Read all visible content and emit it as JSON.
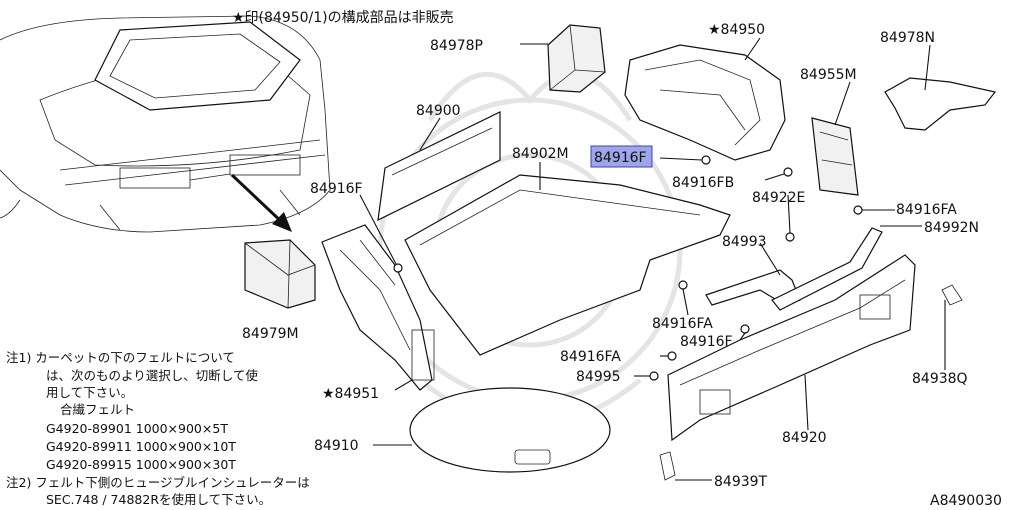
{
  "header_note": "★印(84950/1)の構成部品は非販売",
  "parts": {
    "p84978P": "84978P",
    "p84950": "★84950",
    "p84978N": "84978N",
    "p84955M": "84955M",
    "p84900": "84900",
    "p84902M": "84902M",
    "p84916F_hl": "84916F",
    "p84916FB": "84916FB",
    "p84922E": "84922E",
    "p84916F_left": "84916F",
    "p84916FA_r": "84916FA",
    "p84992N": "84992N",
    "p84993": "84993",
    "p84979M": "84979M",
    "p84916FA_m": "84916FA",
    "p84916F_m": "84916F",
    "p84916FA_l": "84916FA",
    "p84995": "84995",
    "p84938Q": "84938Q",
    "p84951": "★84951",
    "p84910": "84910",
    "p84920": "84920",
    "p84939T": "84939T"
  },
  "notes": {
    "n1_line1": "注1) カーペットの下のフェルトについて",
    "n1_line2": "は、次のものより選択し、切断して使",
    "n1_line3": "用して下さい。",
    "n1_line4": "合繊フェルト",
    "felt1": "G4920-89901  1000×900×5T",
    "felt2": "G4920-89911  1000×900×10T",
    "felt3": "G4920-89915  1000×900×30T",
    "n2_line1": "注2) フェルト下側のヒュージブルインシュレーターは",
    "n2_line2": "SEC.748 / 74882Rを使用して下さい。"
  },
  "diagram_id": "A8490030",
  "colors": {
    "highlight_fill": "#9da6e8",
    "highlight_stroke": "#3b46b8"
  }
}
